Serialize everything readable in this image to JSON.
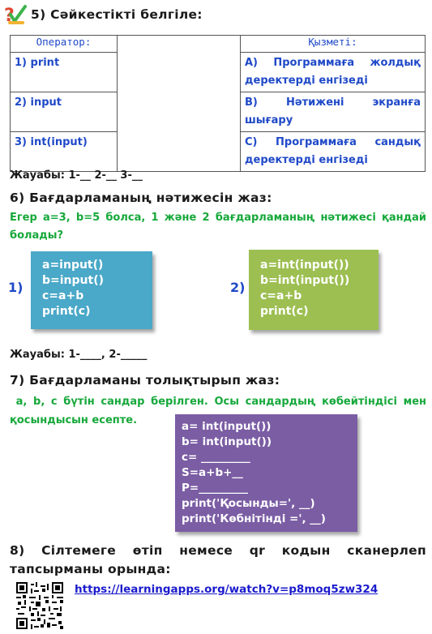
{
  "task5": {
    "title": "5) Сәйкестікті белгіле:",
    "header_left": "Оператор:",
    "header_right": "Қызметі:",
    "rows": [
      {
        "op": "1) print",
        "desc": [
          "А) Программаға жолдық",
          "деректерді енгізеді"
        ]
      },
      {
        "op": "2) input",
        "desc": [
          "В) Нәтижені экранға",
          "шығару"
        ]
      },
      {
        "op": "3) int(input)",
        "desc": [
          "С) Программаға сандық",
          "деректерді енгізеді"
        ]
      }
    ],
    "answer": "Жауабы: 1-__ 2-__ 3-__"
  },
  "task6": {
    "title": "6) Бағдарламаның нәтижесін жаз:",
    "question_line1": "Егер а=3, b=5 болса, 1 және 2 бағдарламаның нәтижесі қандай",
    "question_line2": "болады?",
    "prog1_label": "1)",
    "prog1_code": [
      "a=input()",
      "b=input()",
      "c=a+b",
      "print(c)"
    ],
    "prog2_label": "2)",
    "prog2_code": [
      "a=int(input())",
      "b=int(input())",
      "c=a+b",
      "print(c)"
    ],
    "answer": "Жауабы: 1-____, 2-_____"
  },
  "task7": {
    "title": "7) Бағдарламаны толықтырып жаз:",
    "desc_line1": " a, b, c бүтін сандар берілген. Осы сандардың көбейтіндісі мен",
    "desc_line2": "қосындысын есепте.",
    "code": [
      "a= int(input())",
      "b= int(input())",
      "c= _________",
      "S=a+b+__",
      "P=_________",
      "print('Қосынды=', __)",
      "print('Көбнітінді =', __)"
    ]
  },
  "task8": {
    "title_line1": "8) Сілтемеге өтіп немесе qr кодын сканерлеп",
    "title_line2": "тапсырманы орында:",
    "link": "https://learningapps.org/watch?v=p8moq5zw324"
  },
  "colors": {
    "prog1_bg": "#4aa8c8",
    "prog2_bg": "#9dbf52",
    "task7_bg": "#7b5da4",
    "link": "#1a1acc",
    "table_text": "#1f49c8",
    "question_text": "#16a83a"
  }
}
